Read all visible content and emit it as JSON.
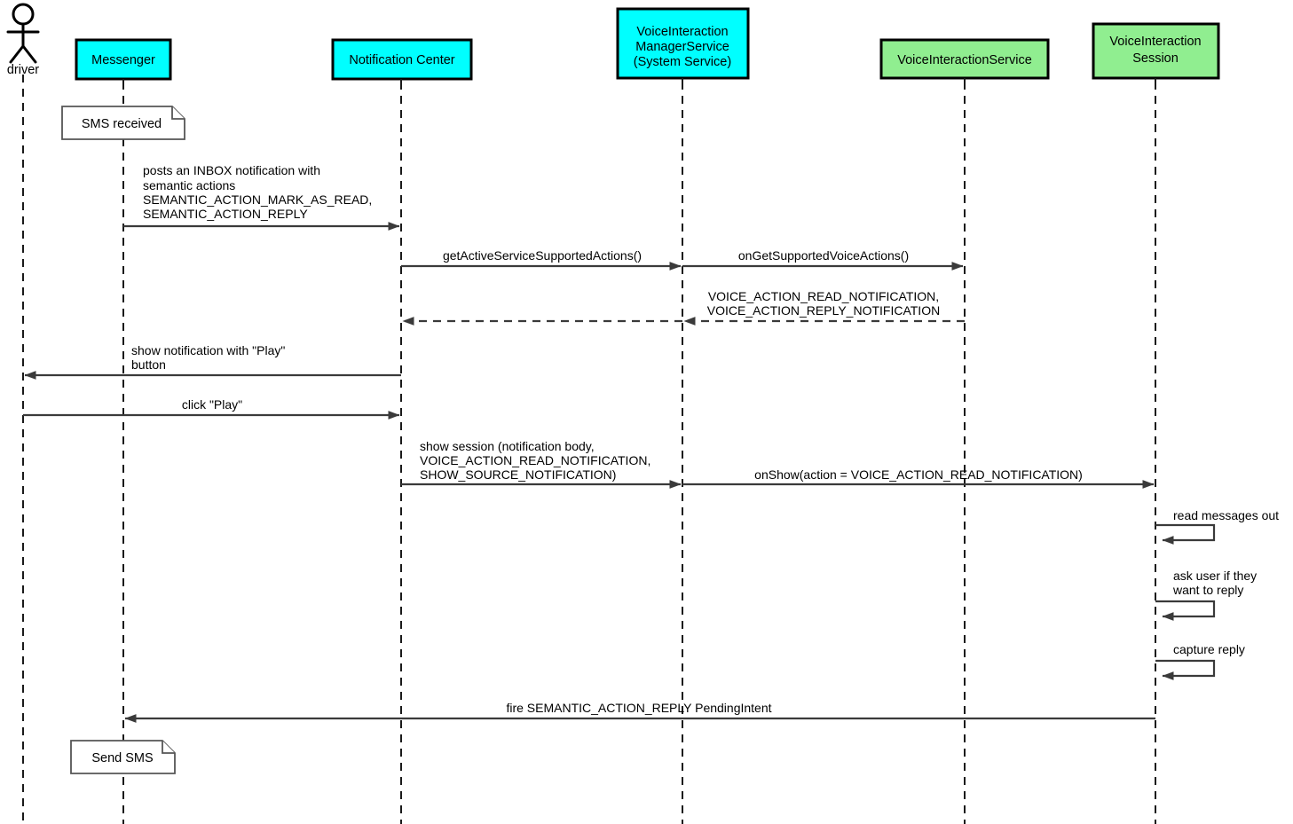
{
  "diagram": {
    "title": "Voice interaction notification read/reply sequence",
    "type": "uml-sequence-diagram",
    "colors": {
      "cyan_participant": "#00FFFF",
      "green_participant": "#90EE90",
      "line": "#3A3A3A",
      "lifeline": "#1A1A1A",
      "note_fill": "#FFFFFF",
      "note_border": "#555555",
      "background": "#FFFFFF"
    }
  },
  "actor": {
    "name": "driver",
    "icon": "actor-stick-figure"
  },
  "participants": [
    {
      "id": "messenger",
      "label": "Messenger",
      "lines": [
        "Messenger"
      ],
      "color": "#00FFFF"
    },
    {
      "id": "notification-center",
      "label": "Notification Center",
      "lines": [
        "Notification Center"
      ],
      "color": "#00FFFF"
    },
    {
      "id": "vims",
      "label": "VoiceInteractionManagerService (System Service)",
      "lines": [
        "VoiceInteraction",
        "ManagerService",
        "(System Service)"
      ],
      "color": "#00FFFF"
    },
    {
      "id": "voice-interaction-service",
      "label": "VoiceInteractionService",
      "lines": [
        "VoiceInteractionService"
      ],
      "color": "#90EE90"
    },
    {
      "id": "voice-interaction-session",
      "label": "VoiceInteraction Session",
      "lines": [
        "VoiceInteraction",
        "Session"
      ],
      "color": "#90EE90"
    }
  ],
  "notes": [
    {
      "id": "note-sms-received",
      "text": "SMS received",
      "attached_to": "messenger"
    },
    {
      "id": "note-send-sms",
      "text": "Send SMS",
      "attached_to": "messenger"
    }
  ],
  "messages": [
    {
      "id": "msg-post-inbox-notification",
      "from": "messenger",
      "to": "notification-center",
      "kind": "call",
      "direction": "right",
      "lines": [
        "posts an INBOX notification with",
        "semantic actions",
        "SEMANTIC_ACTION_MARK_AS_READ,",
        "SEMANTIC_ACTION_REPLY"
      ]
    },
    {
      "id": "msg-get-active-service-supported-actions",
      "from": "notification-center",
      "to": "vims",
      "kind": "call",
      "direction": "right",
      "lines": [
        "getActiveServiceSupportedActions()"
      ]
    },
    {
      "id": "msg-on-get-supported-voice-actions",
      "from": "vims",
      "to": "voice-interaction-service",
      "kind": "call",
      "direction": "right",
      "lines": [
        "onGetSupportedVoiceActions()"
      ]
    },
    {
      "id": "msg-return-voice-actions",
      "from": "voice-interaction-service",
      "to": "vims",
      "kind": "return",
      "direction": "left",
      "lines": [
        "VOICE_ACTION_READ_NOTIFICATION,",
        "VOICE_ACTION_REPLY_NOTIFICATION"
      ]
    },
    {
      "id": "msg-return-voice-actions-to-notification-center",
      "from": "vims",
      "to": "notification-center",
      "kind": "return",
      "direction": "left",
      "lines": []
    },
    {
      "id": "msg-show-notification-play-button",
      "from": "notification-center",
      "to": "driver",
      "kind": "call",
      "direction": "left",
      "lines": [
        "show notification with \"Play\"",
        "button"
      ]
    },
    {
      "id": "msg-click-play",
      "from": "driver",
      "to": "notification-center",
      "kind": "call",
      "direction": "right",
      "lines": [
        "click \"Play\""
      ]
    },
    {
      "id": "msg-show-session",
      "from": "notification-center",
      "to": "vims",
      "kind": "call",
      "direction": "right",
      "lines": [
        "show session (notification body,",
        "VOICE_ACTION_READ_NOTIFICATION,",
        "SHOW_SOURCE_NOTIFICATION)"
      ]
    },
    {
      "id": "msg-on-show",
      "from": "vims",
      "to": "voice-interaction-session",
      "kind": "call",
      "direction": "right",
      "lines": [
        "onShow(action = VOICE_ACTION_READ_NOTIFICATION)"
      ]
    },
    {
      "id": "msg-read-messages-out",
      "from": "voice-interaction-session",
      "to": "voice-interaction-session",
      "kind": "self",
      "lines": [
        "read messages out"
      ]
    },
    {
      "id": "msg-ask-user-reply",
      "from": "voice-interaction-session",
      "to": "voice-interaction-session",
      "kind": "self",
      "lines": [
        "ask user if they",
        "want to reply"
      ]
    },
    {
      "id": "msg-capture-reply",
      "from": "voice-interaction-session",
      "to": "voice-interaction-session",
      "kind": "self",
      "lines": [
        "capture reply"
      ]
    },
    {
      "id": "msg-fire-semantic-action-reply",
      "from": "voice-interaction-session",
      "to": "messenger",
      "kind": "call",
      "direction": "left",
      "lines": [
        "fire SEMANTIC_ACTION_REPLY PendingIntent"
      ]
    }
  ]
}
